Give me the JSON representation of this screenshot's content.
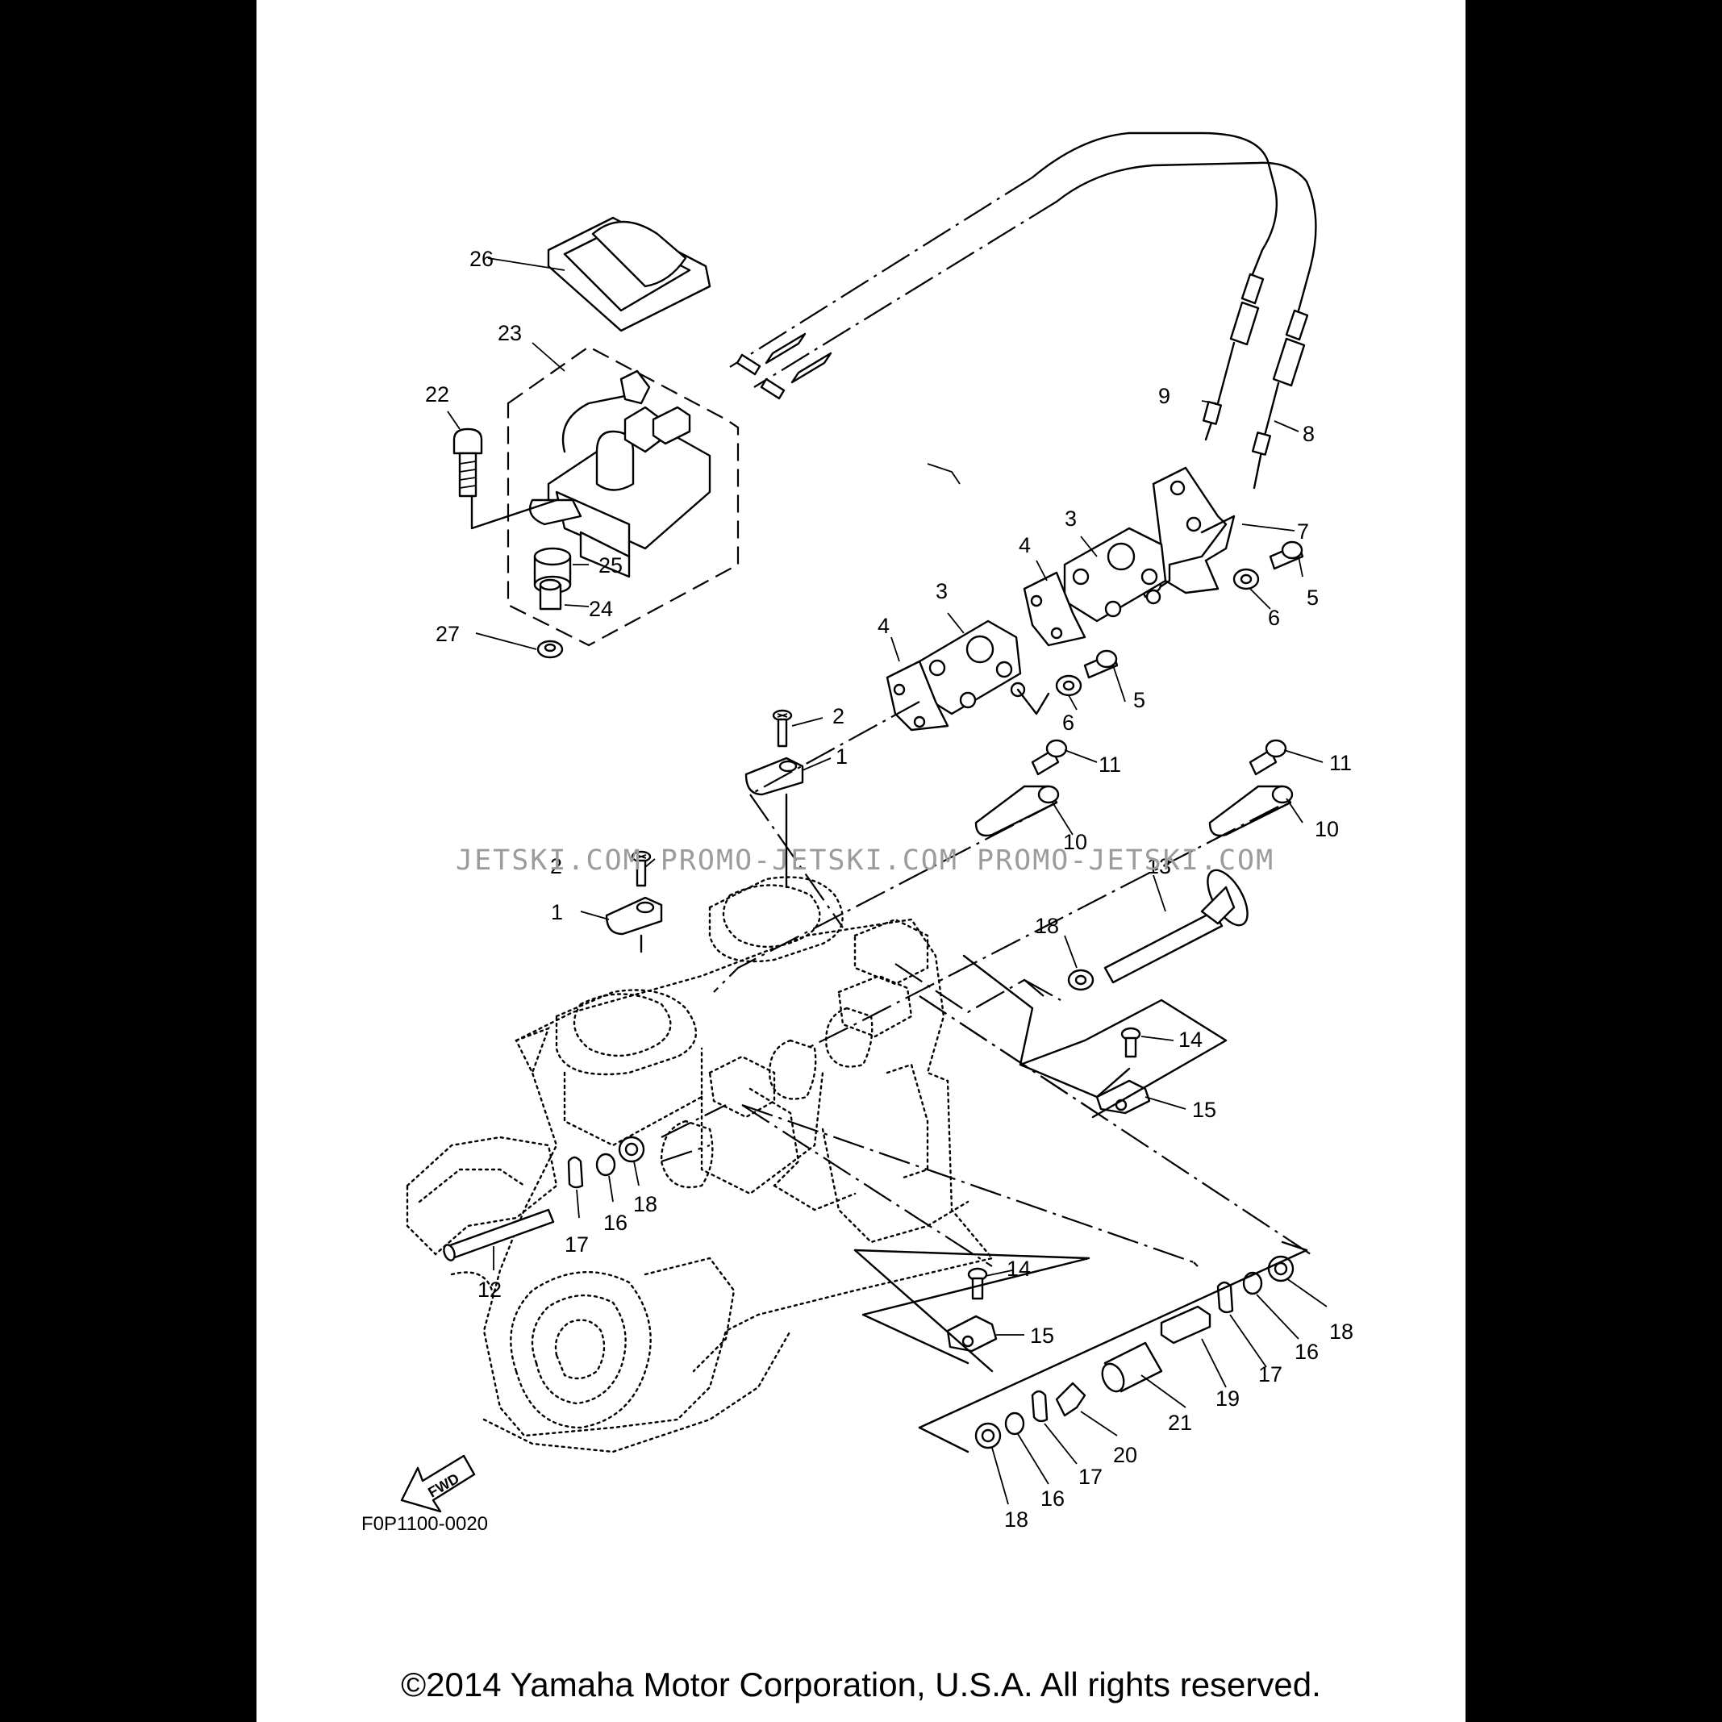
{
  "diagram": {
    "figure_code": "F0P1100-0020",
    "direction_badge": "FWD",
    "watermark": "JETSKI.COM  PROMO-JETSKI.COM  PROMO-JETSKI.COM",
    "callouts": [
      "1",
      "1",
      "2",
      "2",
      "3",
      "3",
      "4",
      "4",
      "5",
      "5",
      "6",
      "6",
      "7",
      "8",
      "9",
      "10",
      "10",
      "11",
      "11",
      "12",
      "13",
      "14",
      "14",
      "15",
      "15",
      "16",
      "16",
      "16",
      "17",
      "17",
      "17",
      "18",
      "18",
      "18",
      "18",
      "19",
      "20",
      "21",
      "22",
      "23",
      "24",
      "25",
      "26",
      "27"
    ]
  },
  "footer": {
    "copyright": "©2014 Yamaha Motor Corporation, U.S.A. All rights reserved."
  },
  "colors": {
    "background": "#000000",
    "sheet": "#ffffff",
    "line": "#000000",
    "watermark": "#9c9c9c"
  }
}
